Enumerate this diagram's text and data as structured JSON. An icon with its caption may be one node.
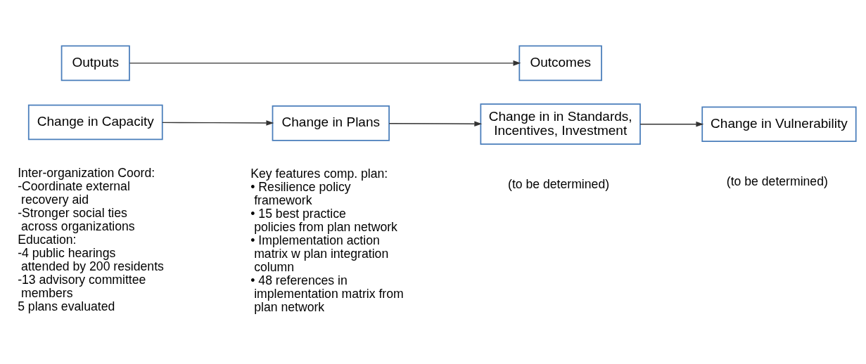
{
  "diagram": {
    "nodes": [
      {
        "text": [
          "Outputs"
        ]
      },
      {
        "text": [
          "Outcomes"
        ]
      },
      {
        "text": [
          "Change in Capacity"
        ],
        "beside": [
          "Inter-organization Coord:",
          "-Coordinate external recovery aid",
          "-Stronger social ties across organizations",
          "Education:",
          "-4 public hearings attended by 200 residents",
          "-13 advisory committee members",
          "5 plans evaluated"
        ]
      },
      {
        "text": [
          "Change in Plans"
        ],
        "beside": [
          "Key features comp. plan:",
          "• Resilience policy framework",
          "• 15 best practice policies from plan network",
          "• Implementation action matrix w plan integration column",
          "• 48 references in implementation matrix from plan network"
        ]
      },
      {
        "text": [
          "Change in in Standards, Incentives, Investment"
        ],
        "beside": [
          "(to be determined)"
        ]
      },
      {
        "text": [
          "Change in Vulnerability"
        ],
        "beside": [
          "(to be determined)"
        ]
      }
    ],
    "edges": [
      {
        "from": 0,
        "to": 1,
        "arrow": "to"
      },
      {
        "from": 2,
        "to": 3,
        "arrow": "to"
      },
      {
        "from": 3,
        "to": 4,
        "arrow": "to"
      },
      {
        "from": 4,
        "to": 5,
        "arrow": "to"
      }
    ]
  }
}
